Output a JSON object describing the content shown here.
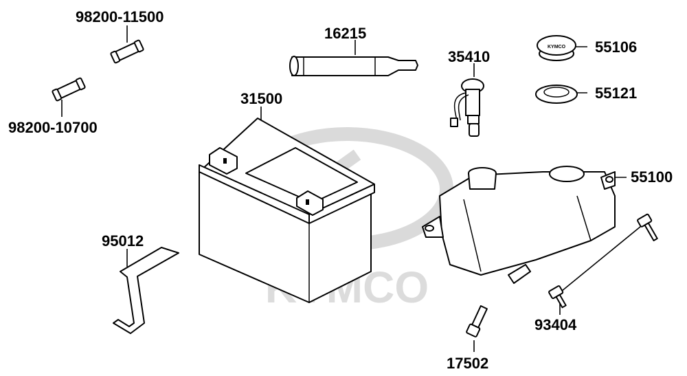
{
  "colors": {
    "ink": "#000000",
    "paper": "#ffffff",
    "watermark": "#d9d9d9"
  },
  "watermark": {
    "text": "KYMCO"
  },
  "parts": {
    "fuse_15a": {
      "number": "98200-11500"
    },
    "fuse_10a": {
      "number": "98200-10700"
    },
    "breather_tube": {
      "number": "16215"
    },
    "battery": {
      "number": "31500"
    },
    "battery_band": {
      "number": "95012"
    },
    "level_sensor": {
      "number": "35410"
    },
    "tank_cap": {
      "number": "55106"
    },
    "cap_seal": {
      "number": "55121"
    },
    "reserve_tank": {
      "number": "55100"
    },
    "bolt": {
      "number": "93404"
    },
    "screw": {
      "number": "17502"
    }
  }
}
